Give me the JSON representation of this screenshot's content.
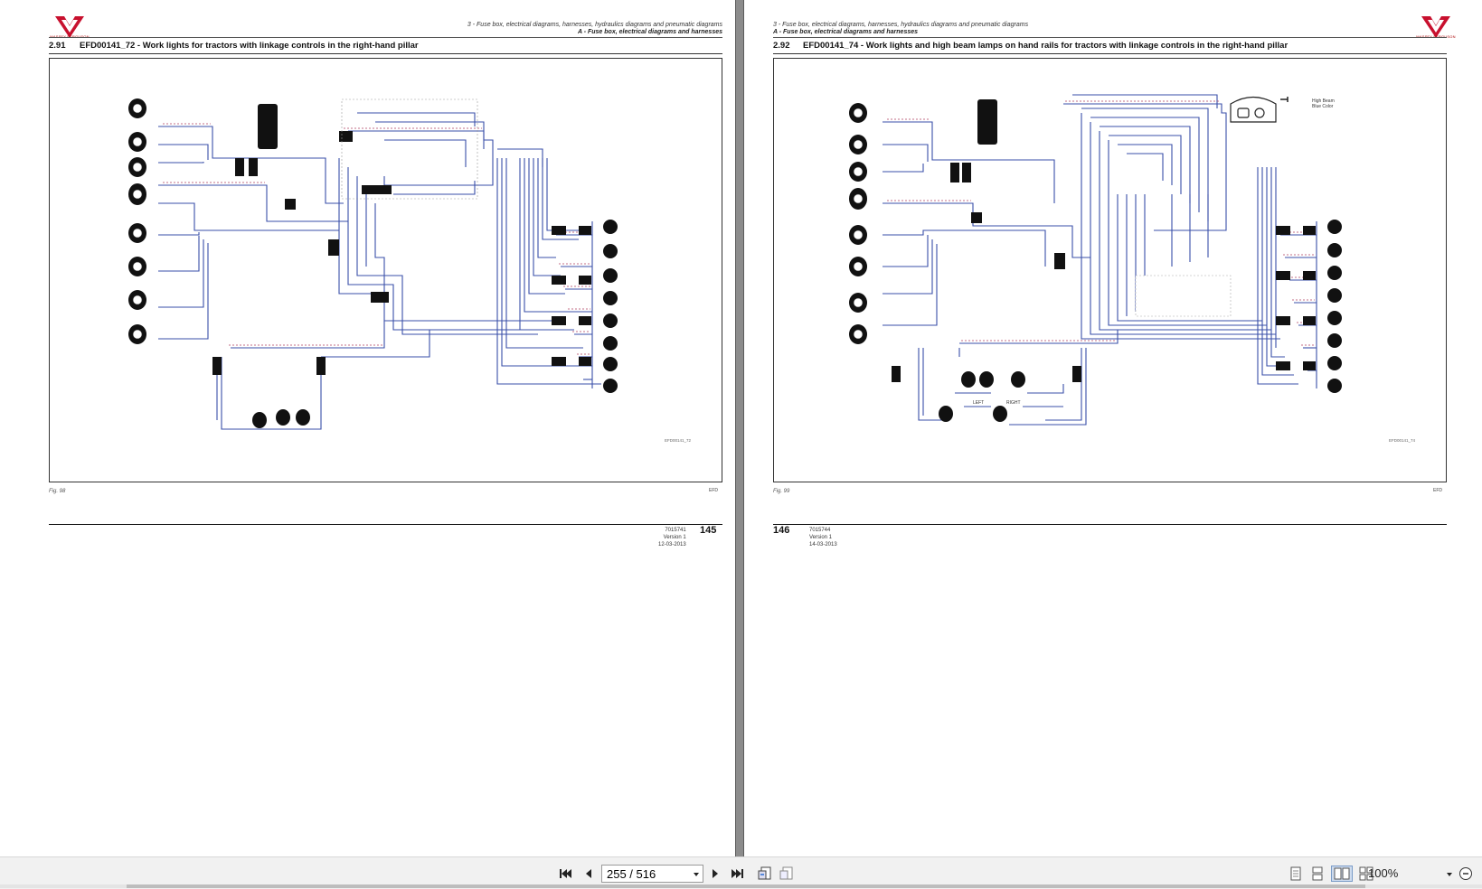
{
  "left_page": {
    "header_line1": "3 - Fuse box, electrical diagrams, harnesses, hydraulics diagrams and pneumatic diagrams",
    "header_line2": "A - Fuse box, electrical diagrams and harnesses",
    "section_number": "2.91",
    "section_title": "EFD00141_72 - Work lights for tractors with linkage controls in the right-hand pillar",
    "figure_label": "Fig. 98",
    "footer_doc": "7015741",
    "footer_version": "Version 1",
    "footer_date": "12-03-2013",
    "page_number": "145",
    "logo_text": "MASSEY FERGUSON"
  },
  "right_page": {
    "header_line1": "3 - Fuse box, electrical diagrams, harnesses, hydraulics diagrams and pneumatic diagrams",
    "header_line2": "A - Fuse box, electrical diagrams and harnesses",
    "section_number": "2.92",
    "section_title": "EFD00141_74 - Work lights and high beam lamps on hand rails for tractors with linkage controls in the right-hand pillar",
    "figure_label": "Fig. 99",
    "footer_doc": "7015744",
    "footer_version": "Version 1",
    "footer_date": "14-03-2013",
    "page_number": "146",
    "logo_text": "MASSEY FERGUSON",
    "diagram_labels": {
      "left": "LEFT",
      "right": "RIGHT",
      "high_beam": "High Beam",
      "blue_color": "Blue Color"
    }
  },
  "toolbar": {
    "page_indicator": "255 / 516",
    "zoom": "100%"
  },
  "colors": {
    "wire": "#3a4fa8",
    "wire_dash": "#b04060",
    "brand_red": "#c8102e",
    "toolbar_bg": "#f1f1f1"
  },
  "icons": [
    "first-page-icon",
    "previous-page-icon",
    "next-page-icon",
    "last-page-icon",
    "fit-page-icon",
    "fit-width-icon",
    "single-page-view-icon",
    "continuous-view-icon",
    "two-page-view-icon",
    "two-page-continuous-view-icon",
    "zoom-out-icon"
  ]
}
